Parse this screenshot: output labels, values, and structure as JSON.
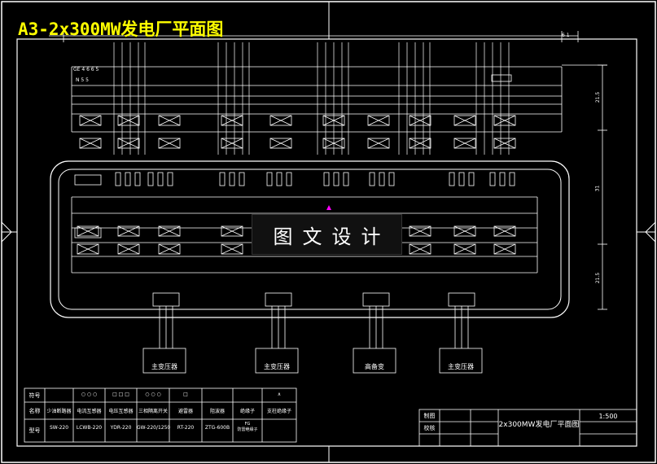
{
  "title": "A3-2x300MW发电厂平面图",
  "watermark": "图文设计",
  "transformers": [
    "主变压器",
    "主变压器",
    "高备变",
    "主变压器"
  ],
  "legend": {
    "headers": [
      "符号",
      "名称",
      "型号"
    ],
    "symbols": [
      "",
      "○ ○ ○",
      "□ □ □",
      "○ ○ ○",
      "□",
      "",
      "",
      "∧"
    ],
    "names": [
      "少油断路器",
      "电流互感器",
      "电压互感器",
      "三相隔离开关",
      "避雷器",
      "阻波器",
      "绝缘子",
      "支柱绝缘子"
    ],
    "models": [
      "SW-220",
      "LCWB-220",
      "YDR-220",
      "GW-220/1250",
      "RT-220",
      "ZTG-600B",
      "",
      ""
    ],
    "model_extra": "FG\n防雷绝缘子"
  },
  "title_block": {
    "rows": [
      "制图",
      "校核"
    ],
    "drawing_name": "2x300MW发电厂平面图",
    "scale": "1:500"
  },
  "top_marks": {
    "left_label_1": "GE 4 6 6 5",
    "left_label_2": "N 5 5",
    "right_num": "6 1"
  },
  "dimension_labels": [
    "21.5",
    "31",
    "21.5"
  ]
}
